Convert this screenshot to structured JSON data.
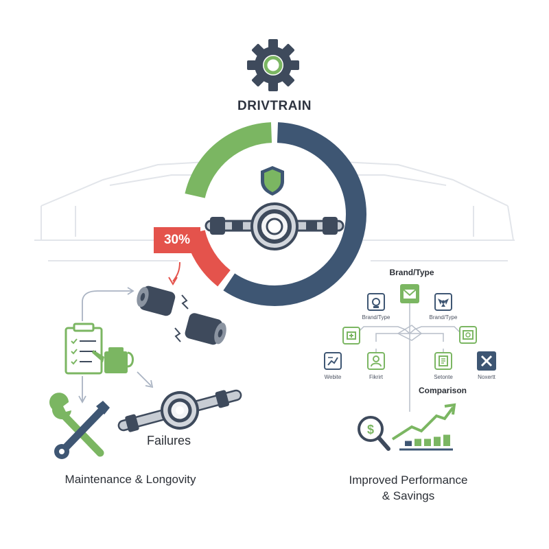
{
  "title": "DRIVTRAIN",
  "badge_value": "30%",
  "labels": {
    "failures": "Failures",
    "maintenance": "Maintenance & Longovity",
    "performance_line1": "Improved Performance",
    "performance_line2": "& Savings"
  },
  "network": {
    "brand_type_header": "Brand/Type",
    "comparison": "Comparison",
    "nodes": [
      {
        "label": "Brand/Type",
        "icon": "robot-icon"
      },
      {
        "label": "",
        "icon": "envelope-icon"
      },
      {
        "label": "Brand/Type",
        "icon": "radiation-icon"
      },
      {
        "label": "",
        "icon": "first-aid-icon"
      },
      {
        "label": "",
        "icon": "clock-icon"
      },
      {
        "label": "Webite",
        "icon": "chart-icon"
      },
      {
        "label": "Fikrirt",
        "icon": "person-icon"
      },
      {
        "label": "Setonte",
        "icon": "document-icon"
      },
      {
        "label": "Noxertt",
        "icon": "close-icon"
      }
    ]
  },
  "ring": {
    "segments": [
      {
        "name": "green",
        "color": "#7bb662",
        "fraction": 0.22
      },
      {
        "name": "dark",
        "color": "#3e5673",
        "fraction": 0.6
      },
      {
        "name": "red",
        "color": "#e4534c",
        "fraction": 0.12
      }
    ]
  },
  "colors": {
    "accent_green": "#7bb662",
    "dark": "#3e5673",
    "red": "#e4534c"
  },
  "growth_bars": [
    0.25,
    0.35,
    0.35,
    0.45,
    0.55
  ]
}
